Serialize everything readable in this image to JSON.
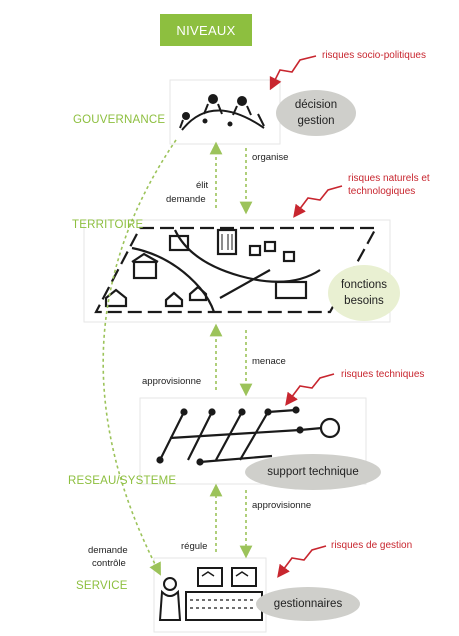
{
  "title": "NIVEAUX",
  "levels": {
    "gouvernance": "GOUVERNANCE",
    "territoire": "TERRITOIRE",
    "reseau": "RESEAU/SYSTEME",
    "service": "SERVICE"
  },
  "bubbles": {
    "gouvernance_l1": "décision",
    "gouvernance_l2": "gestion",
    "territoire_l1": "fonctions",
    "territoire_l2": "besoins",
    "reseau": "support technique",
    "service": "gestionnaires"
  },
  "risks": {
    "socio": "risques socio-politiques",
    "naturels_l1": "risques naturels et",
    "naturels_l2": "technologiques",
    "techniques": "risques techniques",
    "gestion": "risques de gestion"
  },
  "edges": {
    "organise": "organise",
    "elit": "élit",
    "demande": "demande",
    "menace": "menace",
    "approvisionne_left": "approvisionne",
    "approvisionne_right": "approvisionne",
    "regule": "régule",
    "demande2": "demande",
    "controle": "contrôle"
  },
  "colors": {
    "accent_green": "#8dbf3f",
    "arrow_green": "#9cc35a",
    "risk_red": "#c8262f",
    "oval_grey": "#cfcfcb",
    "oval_green": "#e9f0d2",
    "sketch": "#1a1a1a"
  }
}
